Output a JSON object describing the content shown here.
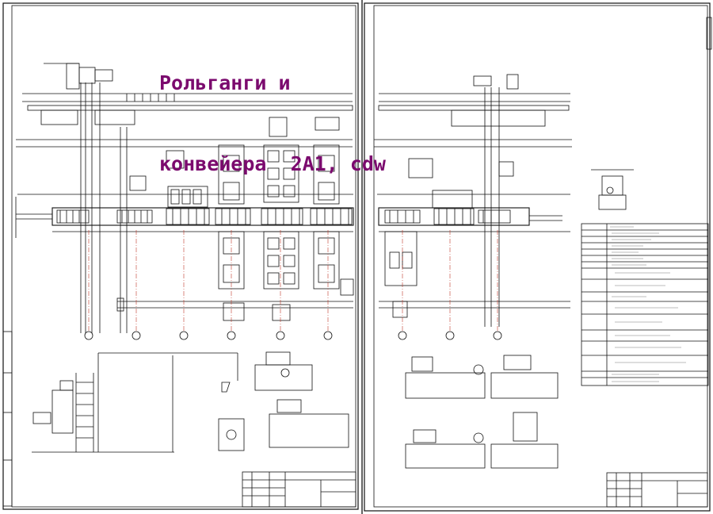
{
  "title": {
    "line1": "Рольганги и",
    "line2": "конвейера  2А1, cdw"
  },
  "colors": {
    "title": "#7b0a6e",
    "ink": "#111111",
    "background": "#ffffff",
    "frame": "#222222"
  },
  "sheets": [
    {
      "name": "sheet-left",
      "content": "conveyor line general arrangement, operations layout"
    },
    {
      "name": "sheet-right",
      "content": "conveyor line continuation, positions table, operations views"
    }
  ]
}
